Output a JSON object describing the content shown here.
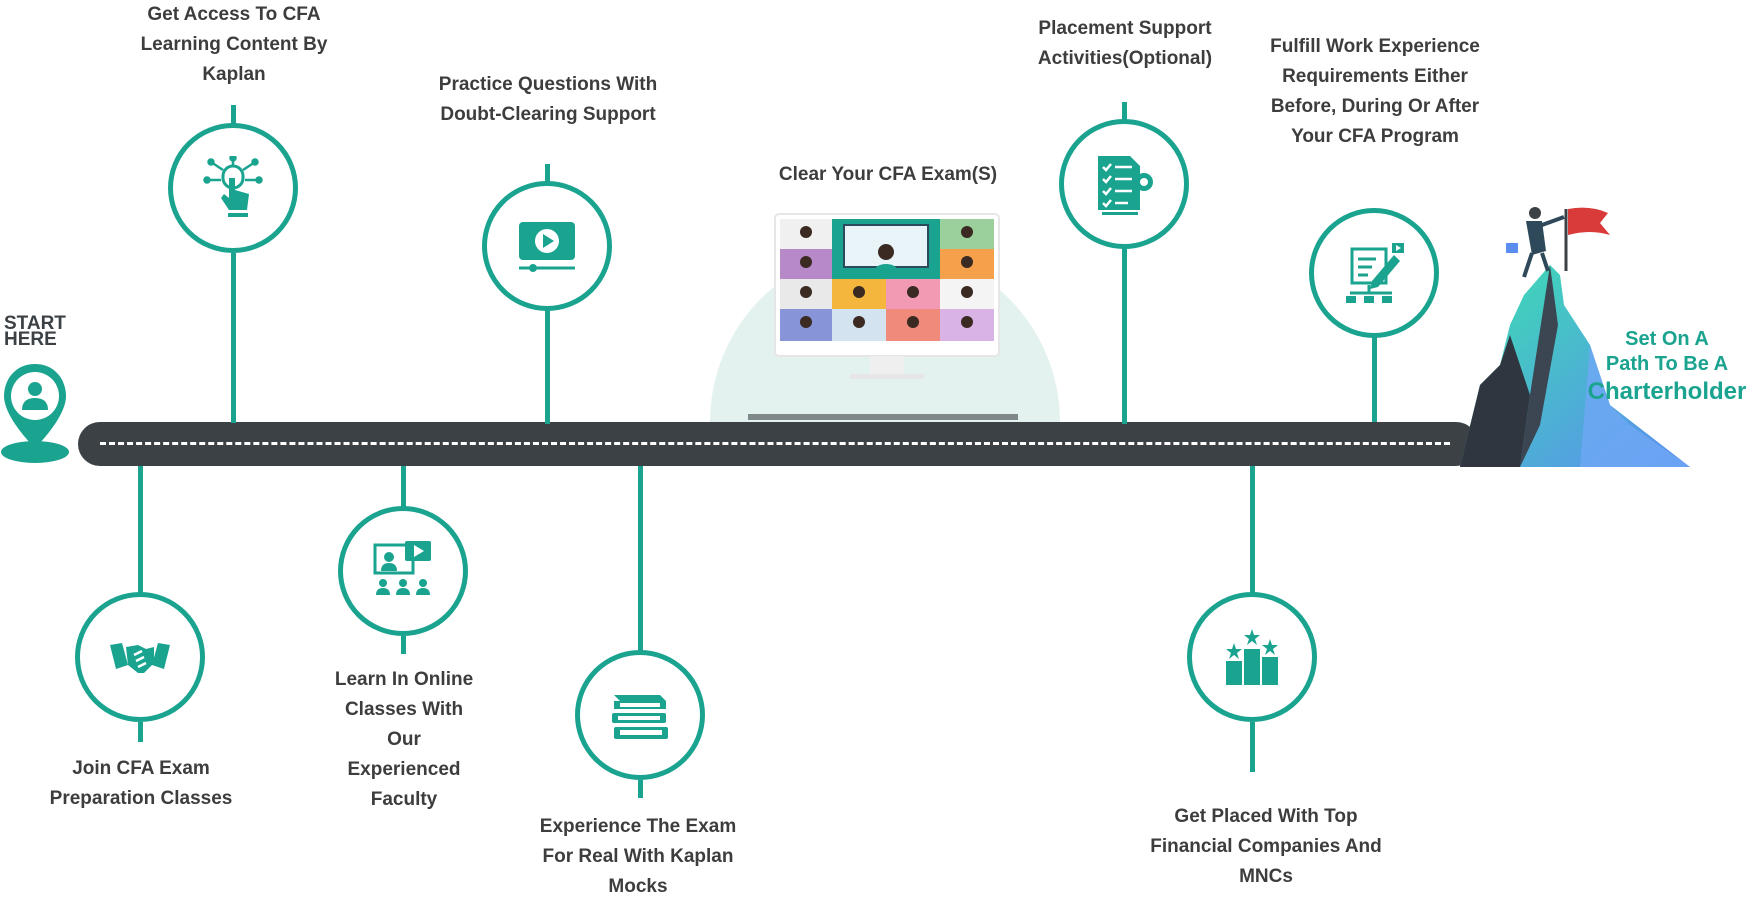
{
  "start": {
    "line1": "START",
    "line2": "HERE"
  },
  "goal": {
    "line1": "Set On A",
    "line2": "Path To Be A",
    "line3": "Charterholder"
  },
  "milestones": [
    {
      "id": "access-content",
      "text": "Get Access To CFA Learning Content By Kaplan",
      "icon": "touch-network-icon"
    },
    {
      "id": "join-classes",
      "text": "Join CFA Exam Preparation Classes",
      "icon": "handshake-icon"
    },
    {
      "id": "online-classes",
      "text": "Learn In Online Classes With Our Experienced Faculty",
      "icon": "online-class-icon"
    },
    {
      "id": "practice-questions",
      "text": "Practice Questions With Doubt-Clearing Support",
      "icon": "video-play-icon"
    },
    {
      "id": "mock-exams",
      "text": "Experience The Exam For Real With Kaplan Mocks",
      "icon": "books-icon"
    },
    {
      "id": "clear-exam",
      "text": "Clear Your CFA Exam(S)",
      "icon": "video-conference-monitor-icon"
    },
    {
      "id": "placement-support",
      "text": "Placement Support Activities(Optional)",
      "icon": "checklist-gear-icon"
    },
    {
      "id": "get-placed",
      "text": "Get Placed With Top Financial Companies And MNCs",
      "icon": "podium-stars-icon"
    },
    {
      "id": "work-experience",
      "text": "Fulfill Work Experience Requirements Either Before, During Or After Your CFA Program",
      "icon": "planning-board-icon"
    }
  ],
  "colors": {
    "accent": "#1aa38f",
    "road": "#3c4145",
    "text": "#3d3d3d"
  }
}
